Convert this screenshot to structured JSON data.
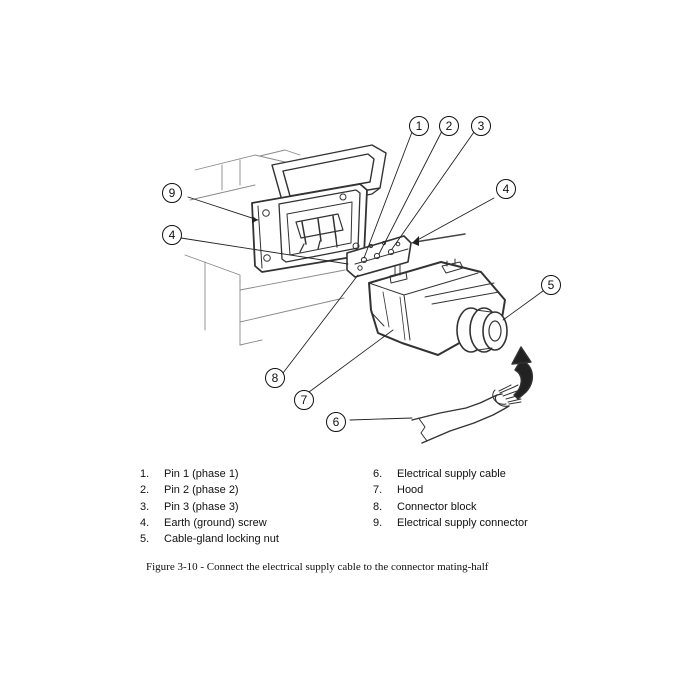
{
  "callouts": [
    {
      "id": "c1",
      "number": "1"
    },
    {
      "id": "c2",
      "number": "2"
    },
    {
      "id": "c3",
      "number": "3"
    },
    {
      "id": "c4a",
      "number": "4"
    },
    {
      "id": "c4b",
      "number": "4"
    },
    {
      "id": "c5",
      "number": "5"
    },
    {
      "id": "c6",
      "number": "6"
    },
    {
      "id": "c7",
      "number": "7"
    },
    {
      "id": "c8",
      "number": "8"
    },
    {
      "id": "c9",
      "number": "9"
    }
  ],
  "legend": {
    "left": [
      {
        "num": "1.",
        "text": "Pin 1 (phase 1)"
      },
      {
        "num": "2.",
        "text": "Pin 2 (phase 2)"
      },
      {
        "num": "3.",
        "text": "Pin 3 (phase 3)"
      },
      {
        "num": "4.",
        "text": "Earth (ground) screw"
      },
      {
        "num": "5.",
        "text": "Cable-gland locking nut"
      }
    ],
    "right": [
      {
        "num": "6.",
        "text": "Electrical supply cable"
      },
      {
        "num": "7.",
        "text": "Hood"
      },
      {
        "num": "8.",
        "text": "Connector block"
      },
      {
        "num": "9.",
        "text": "Electrical supply connector"
      }
    ]
  },
  "caption": "Figure 3-10 - Connect the electrical supply cable to the connector mating-half"
}
